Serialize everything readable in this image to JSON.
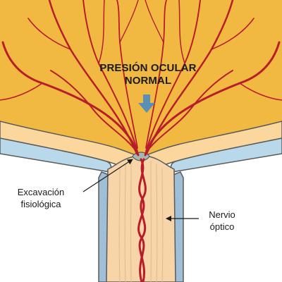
{
  "title": {
    "line1": "PRESIÓN OCULAR",
    "line2": "NORMAL"
  },
  "labels": {
    "cup": {
      "line1": "Excavación",
      "line2": "fisiológica"
    },
    "nerve": {
      "line1": "Nervio",
      "line2": "óptico"
    }
  },
  "colors": {
    "eye_fill": "#f2b942",
    "retina_band": "#fbd79e",
    "sclera": "#b9d8ea",
    "outline": "#5a5a5a",
    "nerve": "#f7d5a8",
    "nerve_sheath": "#9fbfd6",
    "vessel": "#b81d2a",
    "arrow": "#5b8fb6"
  },
  "icons": {
    "pressure_arrow": "down-arrow-icon"
  }
}
